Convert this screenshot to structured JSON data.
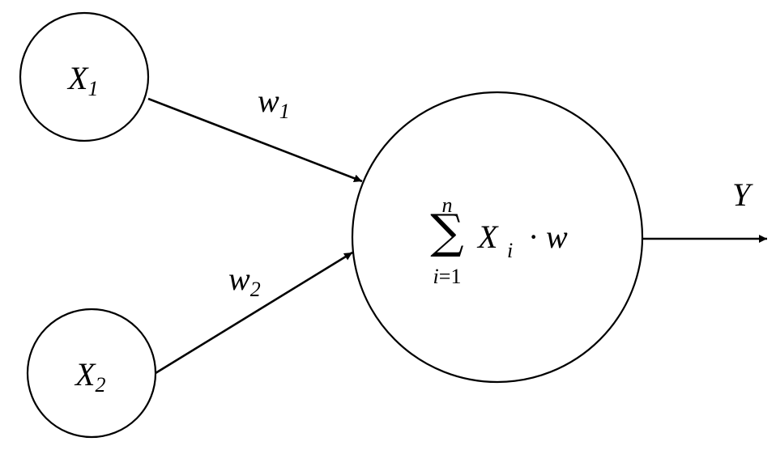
{
  "diagram": {
    "inputs": [
      {
        "symbol": "X",
        "subscript": "1"
      },
      {
        "symbol": "X",
        "subscript": "2"
      }
    ],
    "weights": [
      {
        "symbol": "w",
        "subscript": "1"
      },
      {
        "symbol": "w",
        "subscript": "2"
      }
    ],
    "neuron": {
      "sum_symbol": "∑",
      "upper_limit": "n",
      "lower_index": "i",
      "lower_equals": "=",
      "lower_start": "1",
      "term_symbol": "X",
      "term_subscript": "i",
      "dot": "·",
      "weight_symbol": "w"
    },
    "output": {
      "symbol": "Y"
    }
  }
}
